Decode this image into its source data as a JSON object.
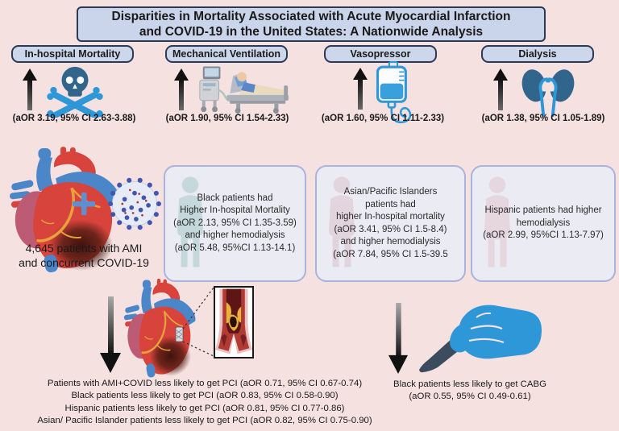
{
  "title": {
    "line1": "Disparities in Mortality Associated with Acute Myocardial Infarction",
    "line2": "and COVID-19 in the United States: A Nationwide Analysis"
  },
  "outcomes": [
    {
      "label": "In-hospital Mortality",
      "icon": "skull-crossbones-icon",
      "stat": "(aOR 3.19, 95% CI 2.63-3.88)"
    },
    {
      "label": "Mechanical Ventilation",
      "icon": "ventilator-bed-icon",
      "stat": "(aOR 1.90, 95% CI 1.54-2.33)"
    },
    {
      "label": "Vasopressor",
      "icon": "iv-bag-icon",
      "stat": "(aOR 1.60, 95% CI 1.11-2.33)"
    },
    {
      "label": "Dialysis",
      "icon": "kidneys-icon",
      "stat": "(aOR 1.38, 95% CI 1.05-1.89)"
    }
  ],
  "cohort": {
    "line1": "4,645 patients with AMI",
    "line2": "and concurrent COVID-19"
  },
  "disparity_boxes": [
    {
      "lines": [
        "Black patients had",
        "Higher In-hospital Mortality",
        "(aOR 2.13, 95% CI 1.35-3.59)",
        "and higher hemodialysis",
        "(aOR 5.48, 95%CI 1.13-14.1)"
      ]
    },
    {
      "lines": [
        "Asian/Pacific Islanders",
        "patients had",
        "higher In-hospital mortality",
        "(aOR 3.41, 95% CI 1.5-8.4)",
        "and higher hemodialysis",
        "(aOR 7.84, 95% CI 1.5-39.5"
      ]
    },
    {
      "lines": [
        "Hispanic patients had higher",
        "hemodialysis",
        "(aOR 2.99, 95%CI 1.13-7.97)"
      ]
    }
  ],
  "pci": {
    "lines": [
      "Patients with AMI+COVID less likely to get PCI (aOR 0.71, 95% CI 0.67-0.74)",
      "Black patients less likely to get PCI (aOR 0.83, 95% CI 0.58-0.90)",
      "Hispanic patients less likely to get PCI (aOR 0.81, 95% CI 0.77-0.86)",
      "Asian/ Pacific Islander patients less likely to get PCI (aOR 0.82, 95% CI 0.75-0.90)"
    ]
  },
  "cabg": {
    "line1": "Black patients less likely to get CABG",
    "line2": "(aOR 0.55, 95% CI 0.49-0.61)"
  },
  "colors": {
    "background": "#f6e1e1",
    "panel-fill": "#cad4ea",
    "pill-fill": "#cdd7eb",
    "panel-border": "#2b3a55",
    "box-fill": "#ebebf3",
    "box-border": "#a9b3dd",
    "accent-blue": "#2e97d8",
    "teal-dark": "#31658b",
    "heart-red": "#d8433c",
    "vessel-blue": "#4a86c8",
    "plus-blue": "#5e8fd0",
    "text": "#1a1a1a"
  }
}
